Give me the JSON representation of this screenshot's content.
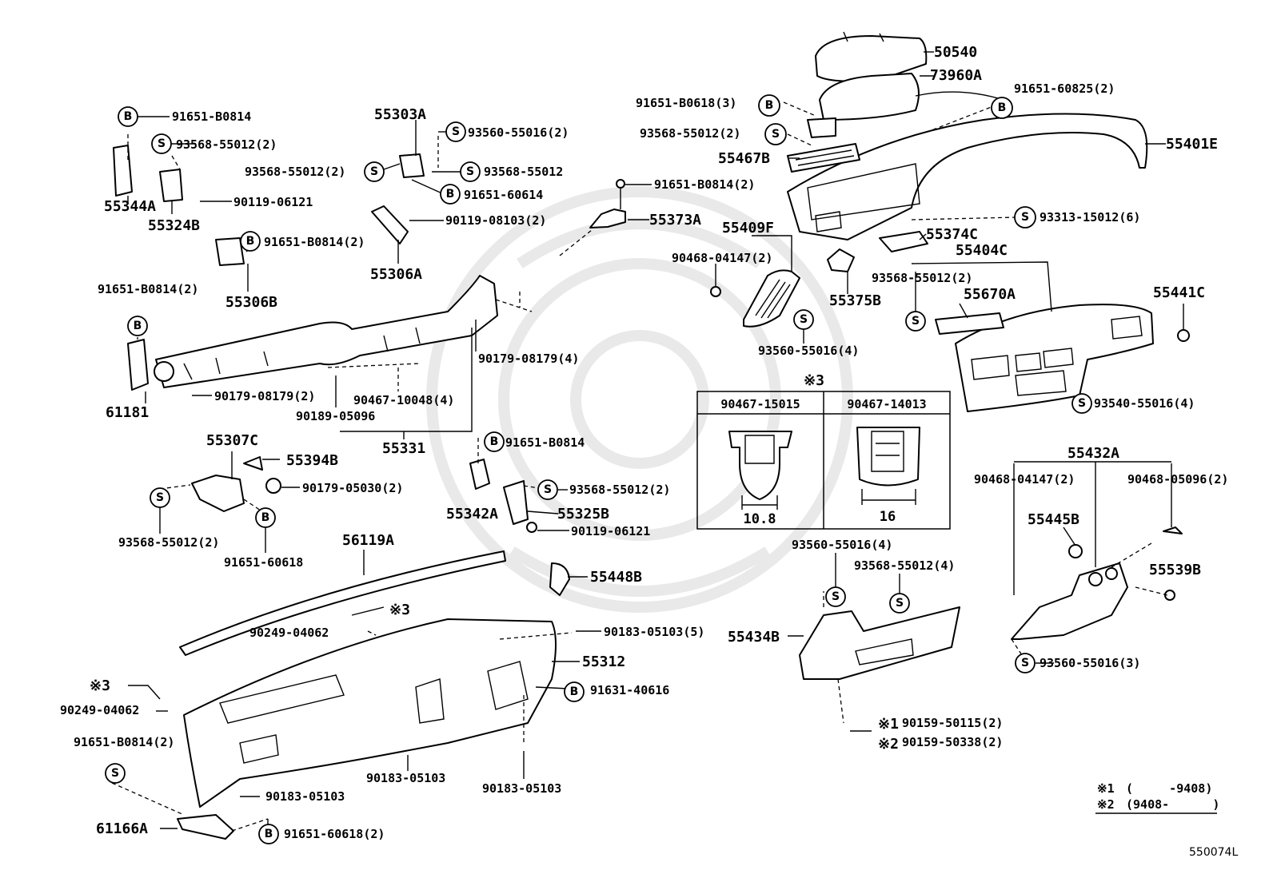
{
  "diagram_code": "550074L",
  "note3_title": "※3",
  "variants": {
    "left_pn": "90467-15015",
    "left_dim": "10.8",
    "right_pn": "90467-14013",
    "right_dim": "16"
  },
  "footnotes": {
    "n1_mark": "※1",
    "n1_range": "(     -9408)",
    "n2_mark": "※2",
    "n2_range": "(9408-      )"
  },
  "symbols": {
    "bolt": "B",
    "screw": "S"
  },
  "labels": {
    "p50540": "50540",
    "p73960A": "73960A",
    "p91651_60825_2": "91651-60825(2)",
    "p91651_B0618_3": "91651-B0618(3)",
    "p93568_55012_2_top": "93568-55012(2)",
    "p55467B": "55467B",
    "p55401E": "55401E",
    "p91651_B0814_2_top": "91651-B0814(2)",
    "p55373A": "55373A",
    "p93313_15012_6": "93313-15012(6)",
    "p55409F": "55409F",
    "p55374C": "55374C",
    "p90468_04147_2_a": "90468-04147(2)",
    "p55404C": "55404C",
    "p55375B": "55375B",
    "p93568_55012_2_b": "93568-55012(2)",
    "p55670A": "55670A",
    "p55441C": "55441C",
    "p93560_55016_4_a": "93560-55016(4)",
    "p93540_55016_4": "93540-55016(4)",
    "p91651_B0814_a": "91651-B0814",
    "p93568_55012_2_c": "93568-55012(2)",
    "p55344A": "55344A",
    "p55324B": "55324B",
    "p90119_06121_a": "90119-06121",
    "p55303A": "55303A",
    "p93560_55016_2": "93560-55016(2)",
    "p93568_55012_2_d": "93568-55012(2)",
    "p93568_55012": "93568-55012",
    "p91651_60614": "91651-60614",
    "p90119_08103_2": "90119-08103(2)",
    "p91651_B0814_2_b": "91651-B0814(2)",
    "p55306A": "55306A",
    "p55306B": "55306B",
    "p91651_B0814_2_c": "91651-B0814(2)",
    "p61181": "61181",
    "p90179_08179_2": "90179-08179(2)",
    "p90179_08179_4": "90179-08179(4)",
    "p90467_10048_4": "90467-10048(4)",
    "p90189_05096": "90189-05096",
    "p55331": "55331",
    "p91651_B0814_b": "91651-B0814",
    "p55307C": "55307C",
    "p55394B": "55394B",
    "p90179_05030_2": "90179-05030(2)",
    "p93568_55012_2_e": "93568-55012(2)",
    "p91651_60618": "91651-60618",
    "p55342A": "55342A",
    "p93568_55012_2_f": "93568-55012(2)",
    "p55325B": "55325B",
    "p90119_06121_b": "90119-06121",
    "p56119A": "56119A",
    "p55448B": "55448B",
    "p90249_04062_a": "90249-04062",
    "p90183_05103_5": "90183-05103(5)",
    "p55312": "55312",
    "p91631_40616": "91631-40616",
    "p90249_04062_b": "90249-04062",
    "p91651_B0814_2_d": "91651-B0814(2)",
    "p90183_05103_a": "90183-05103",
    "p90183_05103_b": "90183-05103",
    "p90183_05103_c": "90183-05103",
    "p61166A": "61166A",
    "p91651_60618_2": "91651-60618(2)",
    "p93560_55016_4_b": "93560-55016(4)",
    "p93568_55012_4": "93568-55012(4)",
    "p55434B": "55434B",
    "p90159_50115_2": "90159-50115(2)",
    "p90159_50338_2": "90159-50338(2)",
    "p55432A": "55432A",
    "p90468_04147_2_b": "90468-04147(2)",
    "p90468_05096_2": "90468-05096(2)",
    "p55445B": "55445B",
    "p55539B": "55539B",
    "p93560_55016_3": "93560-55016(3)",
    "star3_a": "※3",
    "star3_b": "※3",
    "star1_mark": "※1",
    "star2_mark": "※2"
  }
}
